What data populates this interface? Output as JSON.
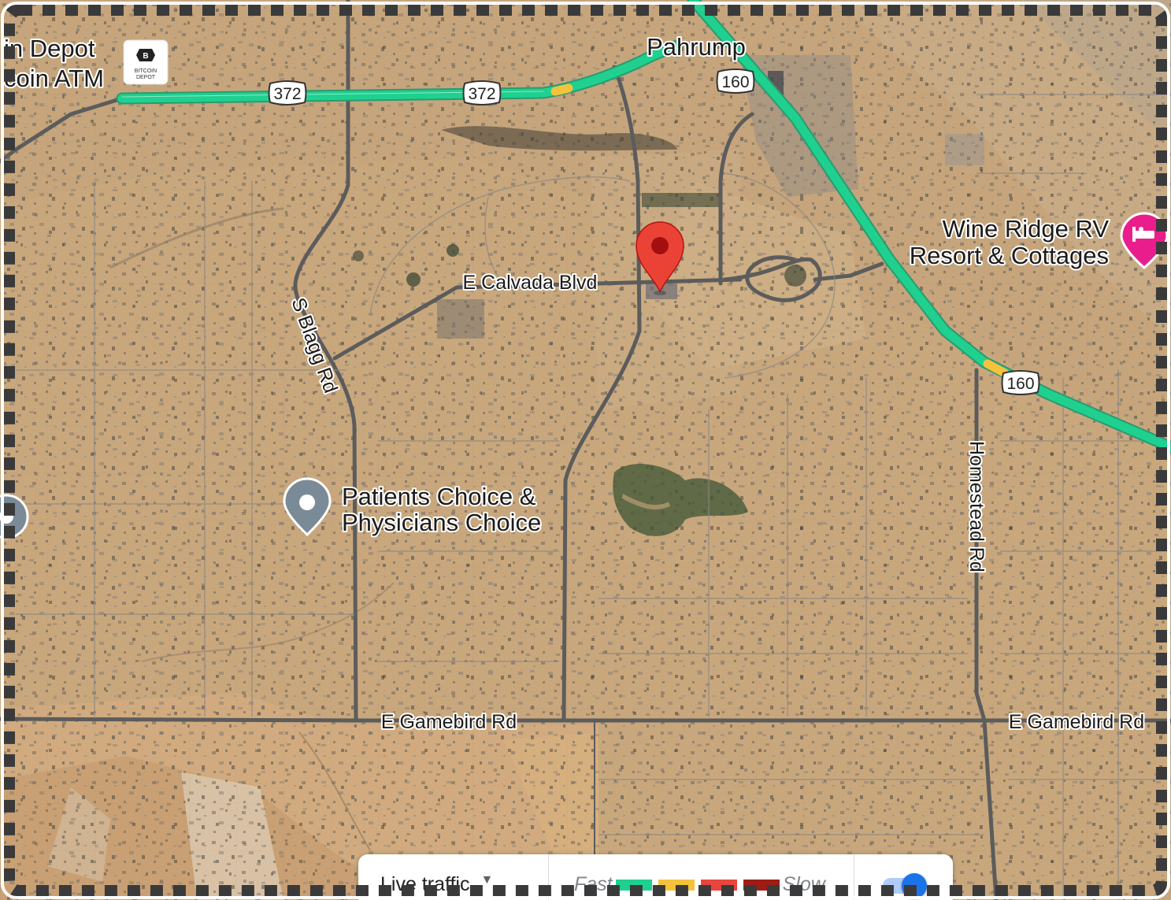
{
  "colors": {
    "traffic_fast": "#1fd08f",
    "traffic_slow_yellow": "#f5c33b",
    "traffic_red": "#e8453c",
    "traffic_dark_red": "#9e1c14",
    "road": "#5f5f5f",
    "desert": "#c9a77d",
    "marker_red": "#ea4335",
    "poi_pink": "#e91e8c",
    "poi_gray": "#7a8b97"
  },
  "map": {
    "roads": {
      "calvada": "E Calvada Blvd",
      "blagg": "S Blagg Rd",
      "gamebird_west": "E Gamebird Rd",
      "gamebird_east": "E Gamebird Rd",
      "homestead": "Homestead Rd"
    },
    "places": {
      "town": "Pahrump",
      "bitcoin_line1": "in Depot",
      "bitcoin_line2": "coin ATM",
      "bitcoin_logo_line1": "BITCOIN",
      "bitcoin_logo_line2": "DEPOT",
      "wine_line1": "Wine Ridge RV",
      "wine_line2": "Resort & Cottages",
      "patients_line1": "Patients Choice &",
      "patients_line2": "Physicians Choice"
    },
    "shields": {
      "h372_a": "372",
      "h372_b": "372",
      "h160_a": "160",
      "h160_b": "160"
    },
    "icons": {
      "marker": "map-pin-icon",
      "hotel": "bed-icon",
      "poi": "place-icon",
      "bitcoin": "bitcoin-depot-logo"
    }
  },
  "traffic": {
    "live_label": "Live traffic",
    "fast_label": "Fast",
    "slow_label": "Slow",
    "toggle_on": true
  }
}
